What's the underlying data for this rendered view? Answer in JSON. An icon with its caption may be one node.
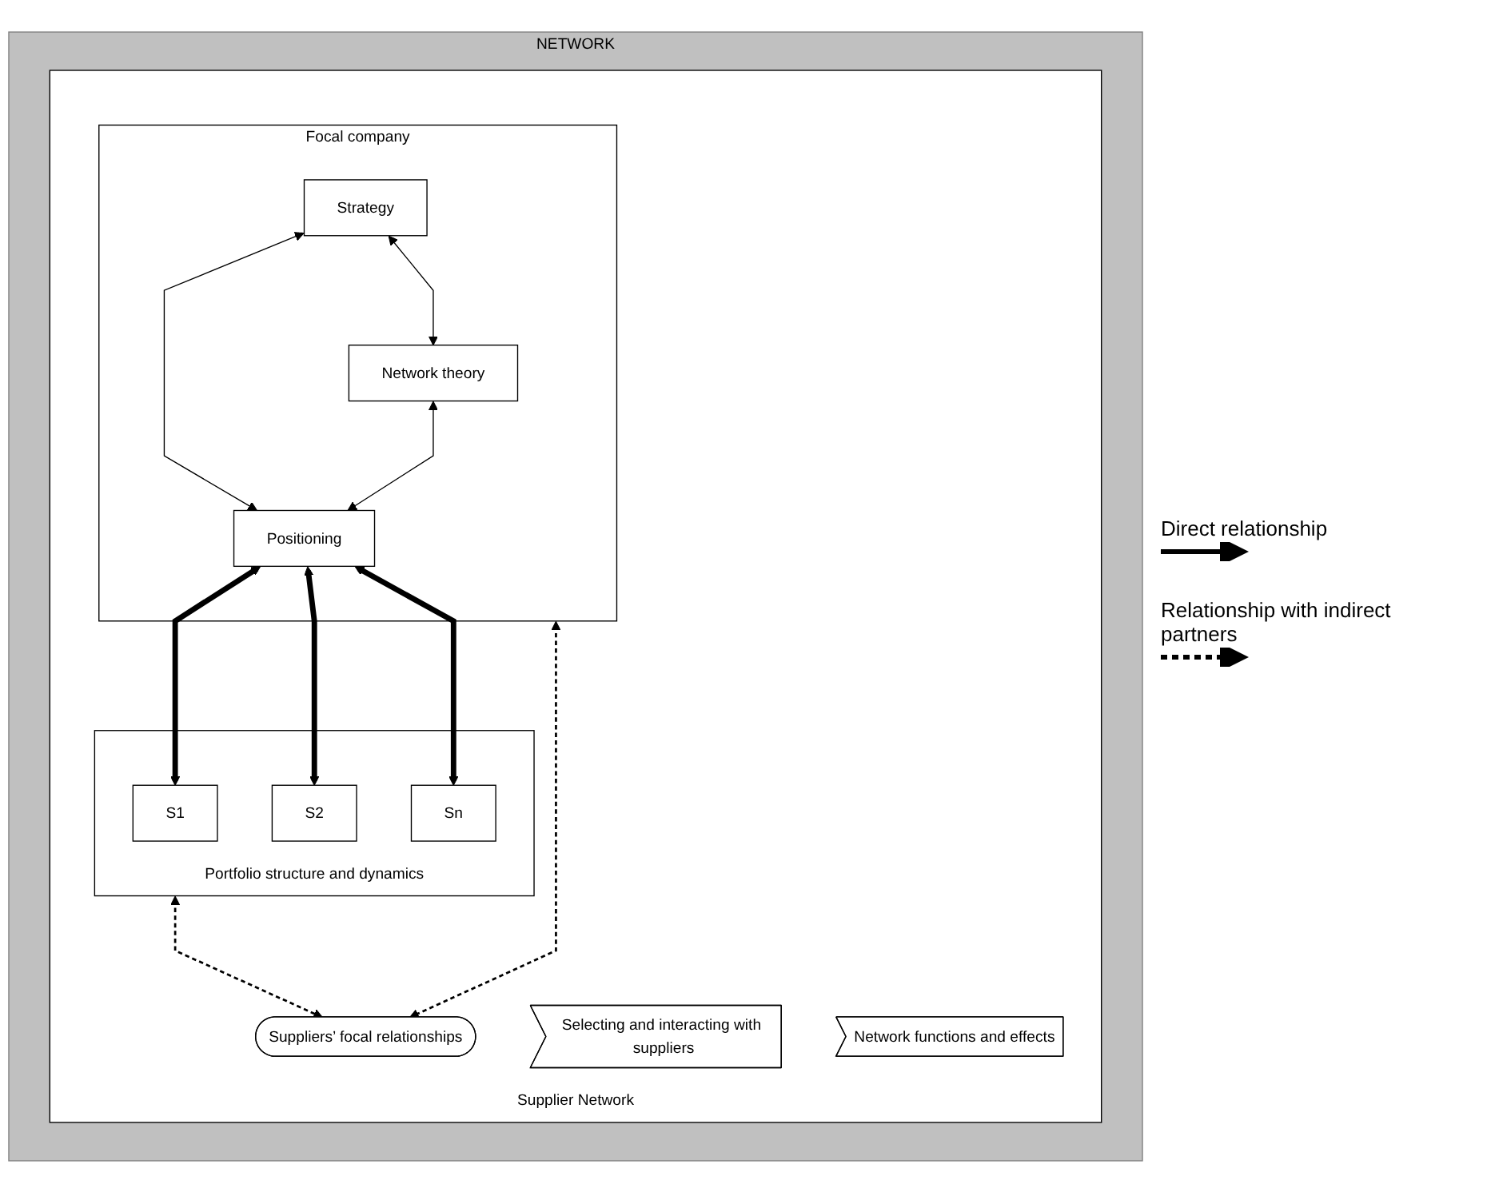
{
  "diagram": {
    "nodes": [
      {
        "text": [
          "NETWORK"
        ]
      },
      {
        "text": [
          "Supplier Network"
        ],
        "in": 0
      },
      {
        "text": [
          "Focal company"
        ],
        "in": 1
      },
      {
        "text": [
          "Strategy"
        ],
        "in": 2
      },
      {
        "text": [
          "Network theory"
        ],
        "in": 2
      },
      {
        "text": [
          "Positioning"
        ],
        "in": 2
      },
      {
        "text": [
          "Selecting and interacting with suppliers"
        ],
        "in": 1
      },
      {
        "text": [
          "Portfolio structure and dynamics"
        ],
        "in": 1
      },
      {
        "text": [
          "S1"
        ],
        "in": 7
      },
      {
        "text": [
          "S2"
        ],
        "in": 7
      },
      {
        "text": [
          "Sn"
        ],
        "in": 7
      },
      {
        "text": [
          "Network functions and effects"
        ],
        "in": 1
      },
      {
        "text": [
          "Suppliers’ focal relationships"
        ],
        "in": 1
      }
    ],
    "edges": [
      {
        "from": 3,
        "to": 4,
        "arrow": "both"
      },
      {
        "from": 3,
        "to": 5,
        "arrow": "both"
      },
      {
        "from": 4,
        "to": 5,
        "arrow": "both"
      },
      {
        "from": 5,
        "to": 8,
        "arrow": "both",
        "style": "thick"
      },
      {
        "from": 5,
        "to": 9,
        "arrow": "both",
        "style": "thick"
      },
      {
        "from": 5,
        "to": 10,
        "arrow": "both",
        "style": "thick"
      },
      {
        "from": 7,
        "to": 12,
        "arrow": "both",
        "style": "dashed"
      },
      {
        "from": 2,
        "to": 12,
        "arrow": "both",
        "style": "dashed"
      }
    ],
    "legend": [
      {
        "text": "Direct relationship"
      },
      {
        "text": "Relationship with indirect partners"
      }
    ]
  }
}
